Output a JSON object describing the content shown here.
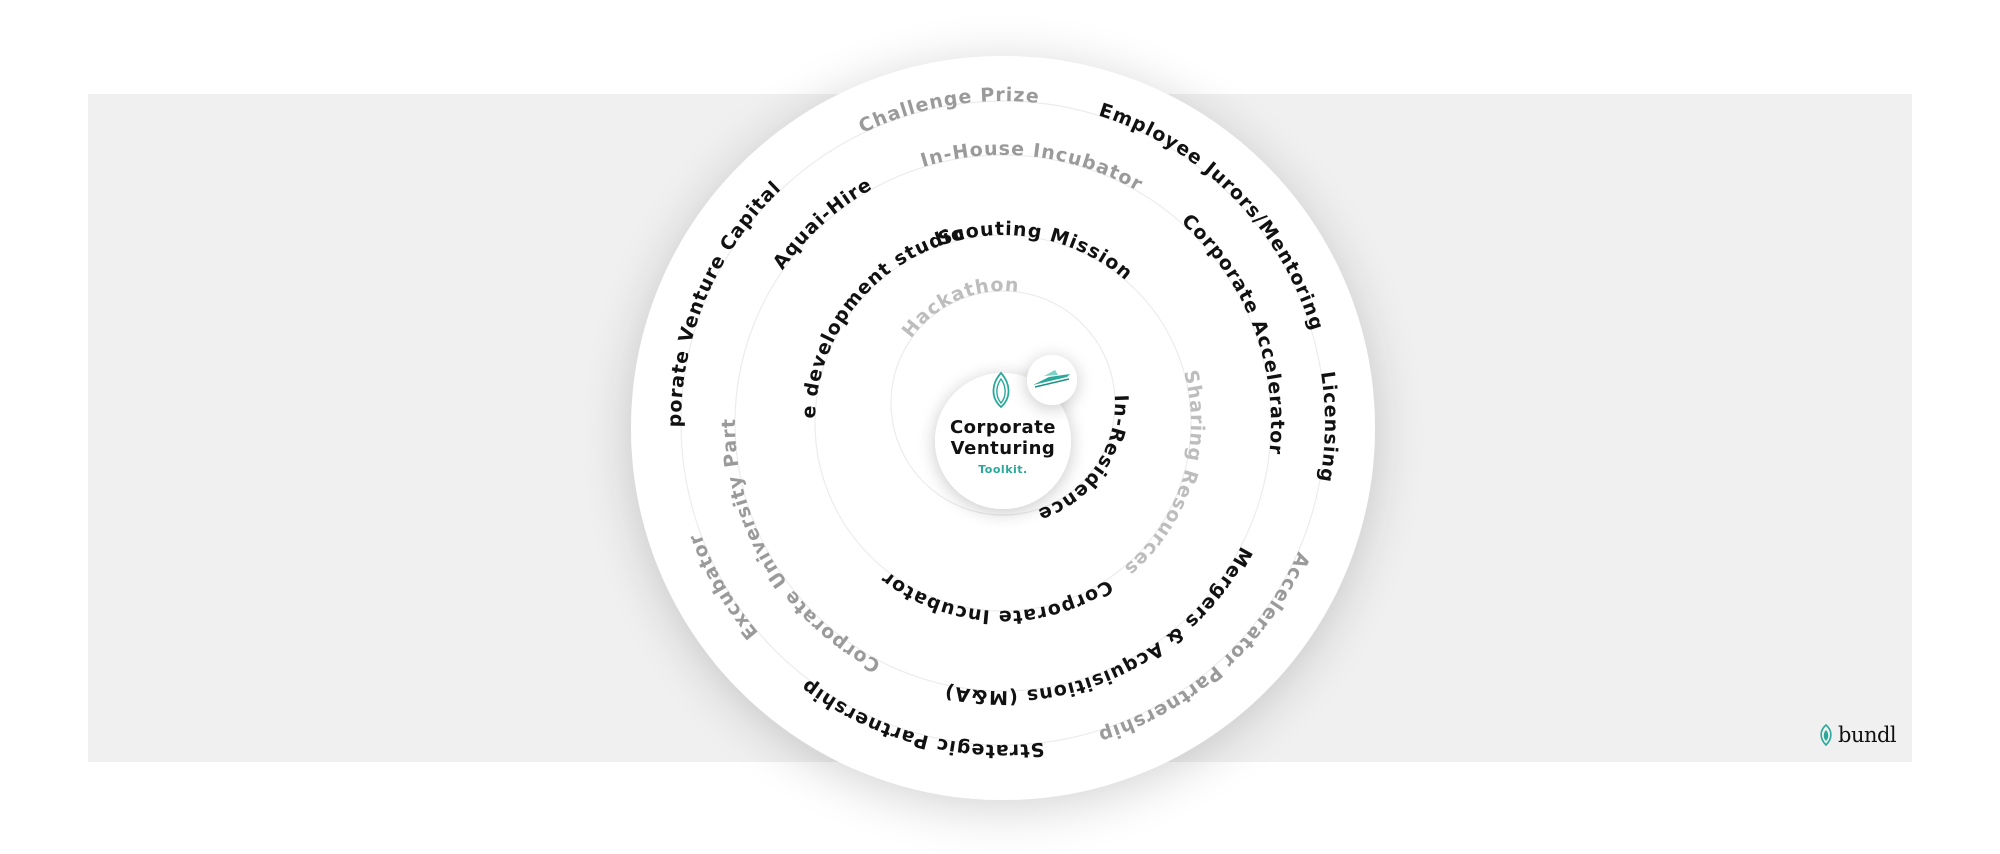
{
  "center": {
    "title_line1": "Corporate",
    "title_line2": "Venturing",
    "subtitle": "Toolkit."
  },
  "labels": {
    "challenge_prize": "Challenge Prize",
    "employee_jurors": "Employee Jurors/Mentoring",
    "corporate_vc": "Corporate Venture Capital",
    "licensing": "Licensing",
    "excubator": "Excubator",
    "strategic_partnership": "Strategic Partnership",
    "accelerator_partnership": "Accelerator Partnership",
    "in_house_incubator": "In-House Incubator",
    "aquai_hire": "Aquai-Hire",
    "corporate_accelerator": "Corporate Accelerator",
    "corporate_university": "Corporate University Partnership",
    "mergers_acquisitions": "Mergers & Acquisitions (M&A)",
    "scouting_mission": "Scouting Mission",
    "venture_studio": "Venture development studio",
    "corporate_incubator": "Corporate Incubator",
    "sharing_resources": "Sharing Resources",
    "hackathon": "Hackathon",
    "in_residence": "In-Residence"
  },
  "brand": {
    "name": "bundl"
  },
  "colors": {
    "accent": "#2aa89a",
    "label_dark": "#111111",
    "label_gray": "#9a9a9a",
    "label_light": "#bdbdbd",
    "band": "#f0f0f0"
  }
}
